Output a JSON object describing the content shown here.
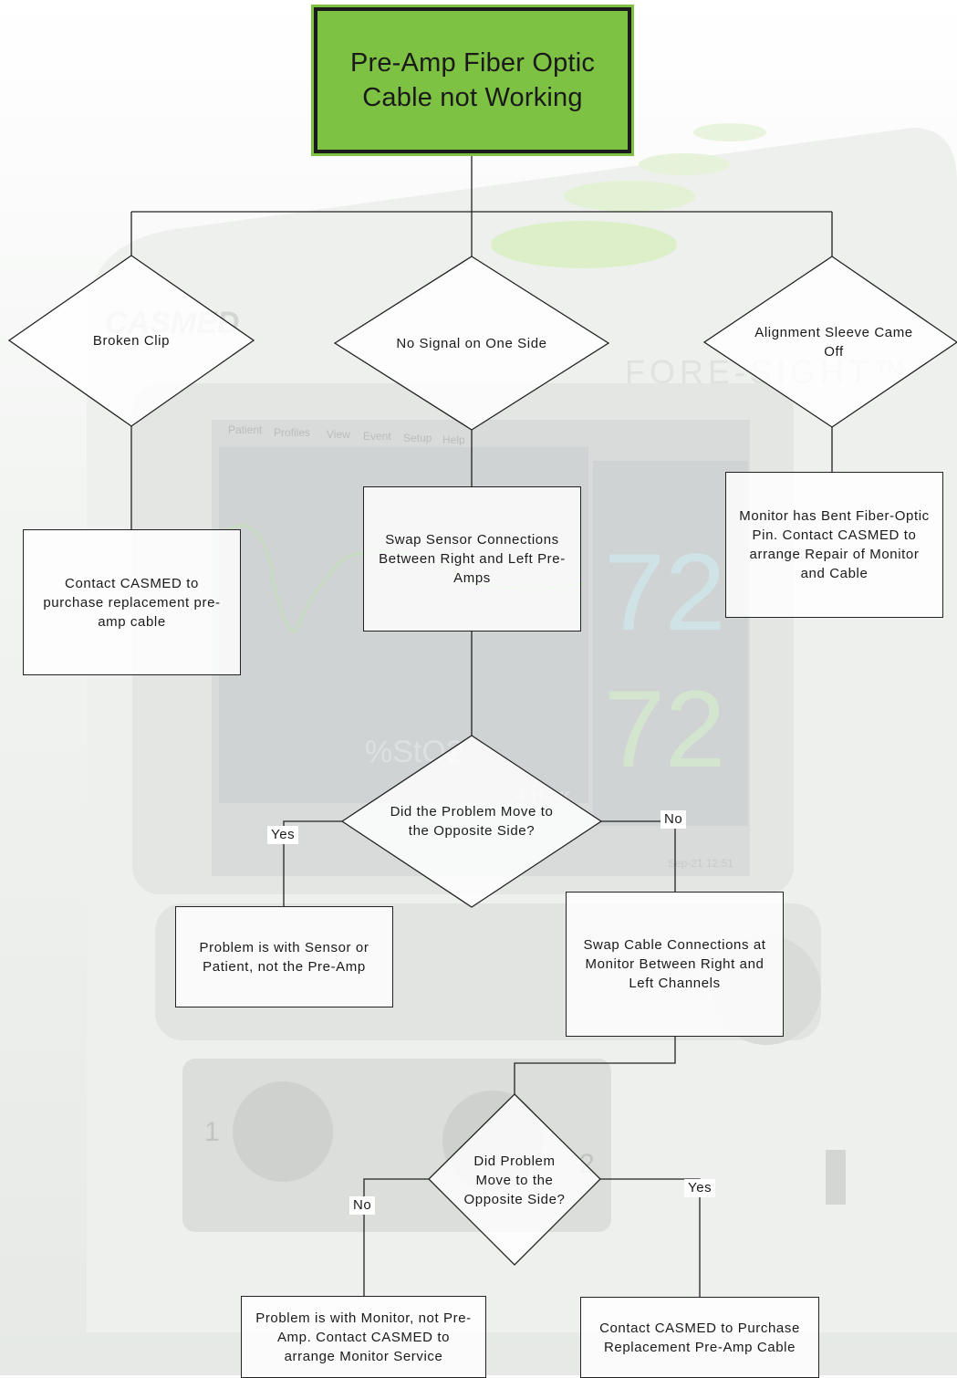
{
  "title": "Pre-Amp Fiber Optic Cable not Working",
  "decisions": {
    "broken_clip": "Broken Clip",
    "no_signal": "No Signal on One Side",
    "alignment_sleeve": "Alignment Sleeve Came Off",
    "problem_moved_1": "Did the Problem Move to the Opposite Side?",
    "problem_moved_2": "Did Problem Move to the Opposite Side?"
  },
  "actions": {
    "purchase_replacement": "Contact CASMED to purchase replacement pre-amp cable",
    "swap_sensor": "Swap Sensor Connections Between Right and Left Pre-Amps",
    "bent_pin": "Monitor has Bent Fiber-Optic Pin. Contact CASMED to arrange Repair of Monitor and Cable",
    "sensor_or_patient": "Problem is with Sensor or Patient, not the Pre-Amp",
    "swap_cable": "Swap Cable Connections at Monitor Between Right and Left Channels",
    "monitor_service": "Problem is with Monitor, not Pre-Amp. Contact CASMED to arrange Monitor Service",
    "purchase_preamp": "Contact CASMED to Purchase Replacement Pre-Amp Cable"
  },
  "edge_labels": {
    "yes_1": "Yes",
    "no_1": "No",
    "no_2": "No",
    "yes_2": "Yes"
  },
  "background": {
    "brand_logo": "CASMED",
    "product_logo": "FORE-SIGHT™",
    "screen_menu": [
      "Patient",
      "Profiles",
      "View",
      "Event",
      "Setup",
      "Help"
    ],
    "screen_value_1": "72",
    "screen_value_2": "72",
    "screen_unit": "%StO2",
    "screen_timescale": "4 Hour",
    "screen_timestamp": "Sep-21 12:51",
    "port_label_1": "1",
    "port_label_2": "2"
  },
  "colors": {
    "title_fill": "#7dc242",
    "line": "#222222",
    "background_tint": "#e9ede8",
    "accent_spots": "#d9ecc4"
  }
}
